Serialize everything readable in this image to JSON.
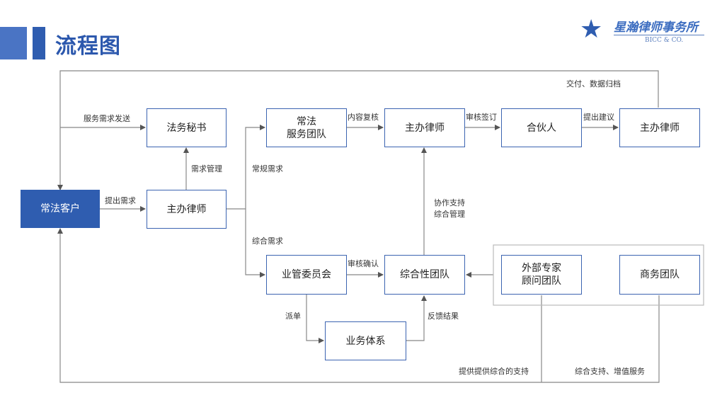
{
  "header": {
    "title": "流程图"
  },
  "logo": {
    "cn": "星瀚律师事务所",
    "en": "BICC & CO."
  },
  "nodes": {
    "client": "常法客户",
    "secretary": "法务秘书",
    "lead_lawyer_left": "主办律师",
    "service_team": "常法\n服务团队",
    "lead_lawyer_mid": "主办律师",
    "partner": "合伙人",
    "lead_lawyer_right": "主办律师",
    "committee": "业管委员会",
    "integrated_team": "综合性团队",
    "business_system": "业务体系",
    "expert_team": "外部专家\n顾问团队",
    "commerce_team": "商务团队"
  },
  "labels": {
    "top_right": "交付、数据归档",
    "service_request": "服务需求发送",
    "demand_mgmt": "需求管理",
    "raise_demand": "提出需求",
    "routine_demand": "常规需求",
    "comprehensive_demand": "综合需求",
    "internal_review": "内容复核",
    "review_sign": "审核签订",
    "proposal": "提出建议",
    "collab_support_1": "协作支持",
    "collab_support_2": "综合管理",
    "approve_confirm": "审核确认",
    "dispatch": "派单",
    "feedback": "反馈结果",
    "bottom_left": "提供提供综合的支持",
    "bottom_right": "综合支持、增值服务"
  }
}
